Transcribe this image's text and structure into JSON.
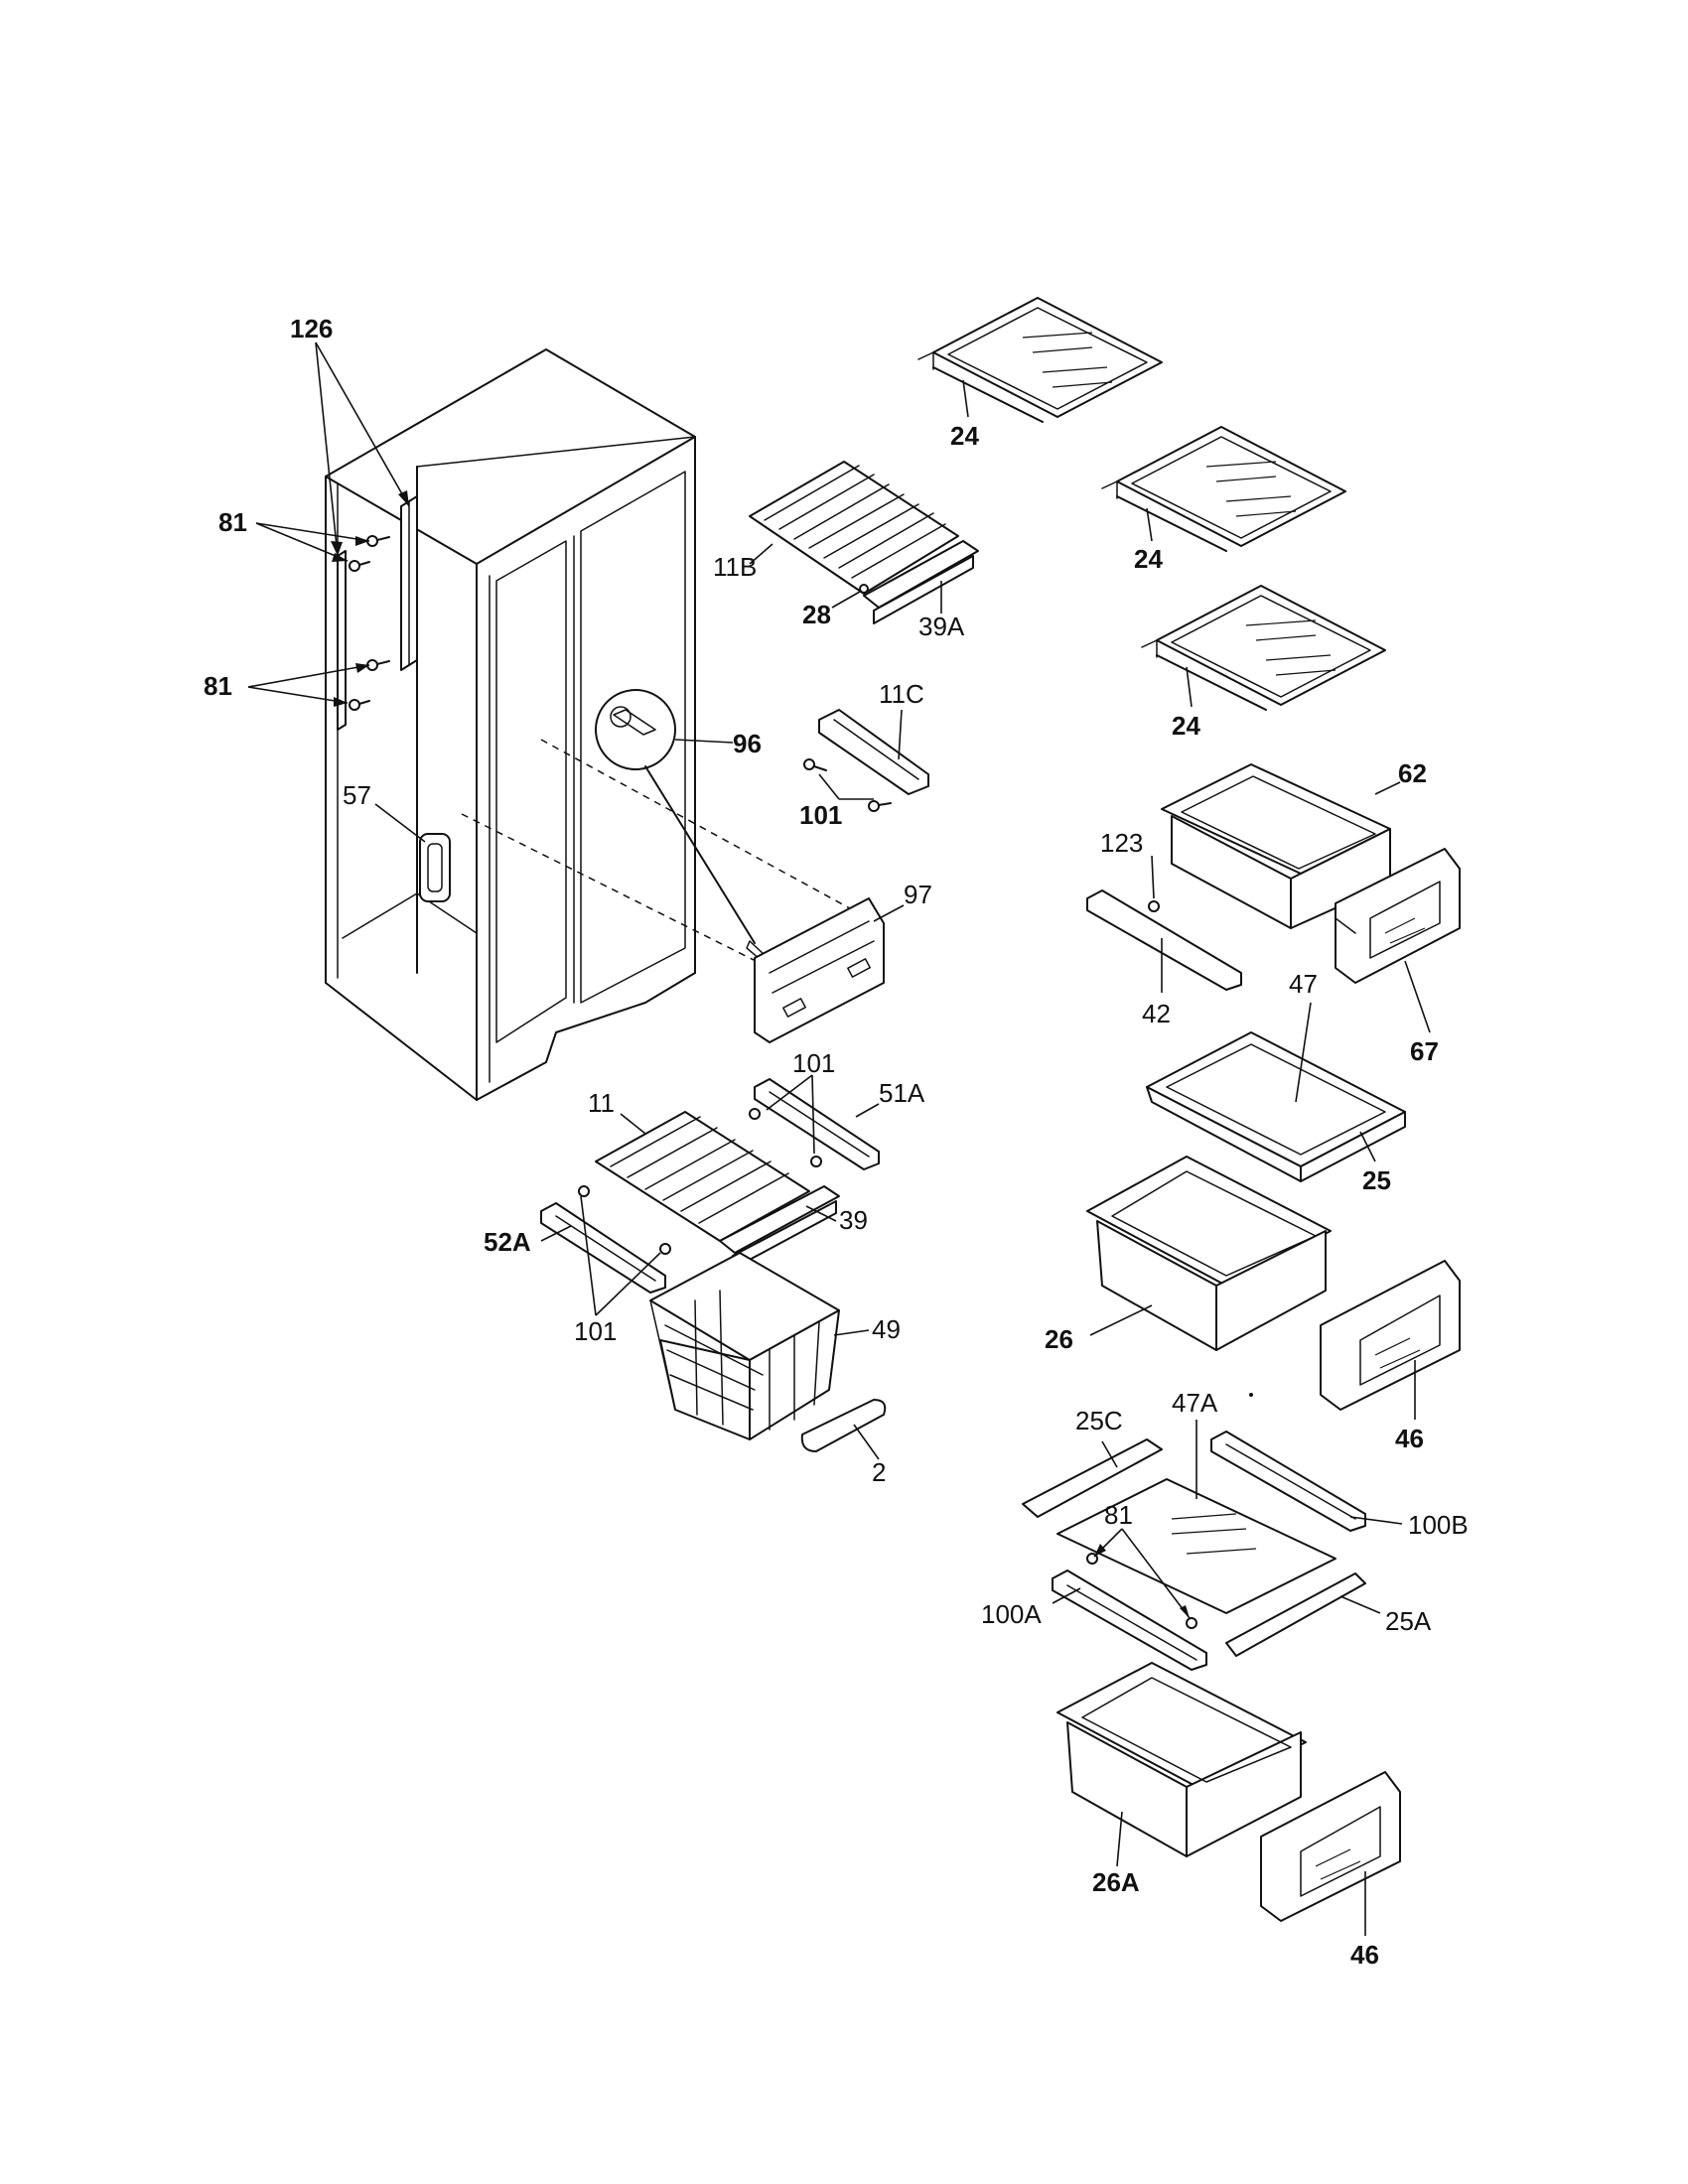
{
  "labels": {
    "p126": "126",
    "p81_top": "81",
    "p81_mid": "81",
    "p57": "57",
    "p11B": "11B",
    "p28": "28",
    "p39A": "39A",
    "p11C": "11C",
    "p96": "96",
    "p101_mid": "101",
    "p97": "97",
    "p101_51": "101",
    "p11": "11",
    "p51A": "51A",
    "p39": "39",
    "p52A": "52A",
    "p101_low": "101",
    "p49": "49",
    "p2": "2",
    "p24_a": "24",
    "p24_b": "24",
    "p24_c": "24",
    "p62": "62",
    "p123": "123",
    "p67": "67",
    "p42": "42",
    "p47": "47",
    "p25": "25",
    "p26": "26",
    "p46_a": "46",
    "p25C": "25C",
    "p47A": "47A",
    "p100B": "100B",
    "p81_low": "81",
    "p100A": "100A",
    "p25A": "25A",
    "p26A": "26A",
    "p46_b": "46"
  }
}
